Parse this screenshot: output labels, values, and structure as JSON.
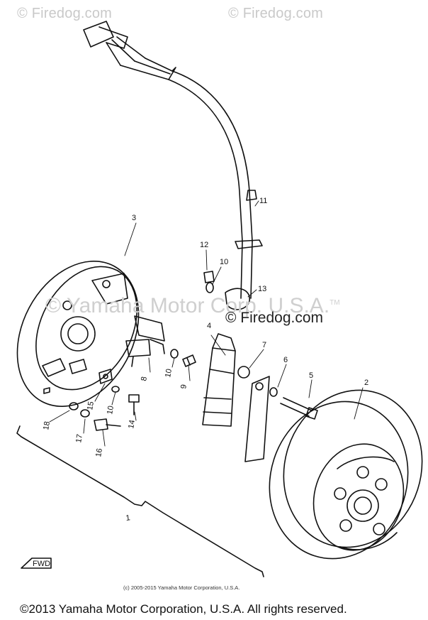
{
  "watermarks": {
    "top_left": "© Firedog.com",
    "top_right": "© Firedog.com",
    "center": "© Yamaha Motor Corp. U.S.A.",
    "center_tm": "TM",
    "site": "© Firedog.com"
  },
  "parts": [
    {
      "id": "1",
      "label": "1"
    },
    {
      "id": "2",
      "label": "2"
    },
    {
      "id": "3",
      "label": "3"
    },
    {
      "id": "4",
      "label": "4"
    },
    {
      "id": "5",
      "label": "5"
    },
    {
      "id": "6",
      "label": "6"
    },
    {
      "id": "7",
      "label": "7"
    },
    {
      "id": "8",
      "label": "8"
    },
    {
      "id": "9",
      "label": "9"
    },
    {
      "id": "10a",
      "label": "10"
    },
    {
      "id": "10b",
      "label": "10"
    },
    {
      "id": "10c",
      "label": "10"
    },
    {
      "id": "11",
      "label": "11"
    },
    {
      "id": "12",
      "label": "12"
    },
    {
      "id": "13",
      "label": "13"
    },
    {
      "id": "14",
      "label": "14"
    },
    {
      "id": "15",
      "label": "15"
    },
    {
      "id": "16",
      "label": "16"
    },
    {
      "id": "17",
      "label": "17"
    },
    {
      "id": "18",
      "label": "18"
    }
  ],
  "front_arrow_label": "FWD",
  "small_copyright": "(c) 2005-2015 Yamaha Motor Corporation, U.S.A.",
  "footer_copyright": "©2013 Yamaha Motor Corporation, U.S.A. All rights reserved."
}
